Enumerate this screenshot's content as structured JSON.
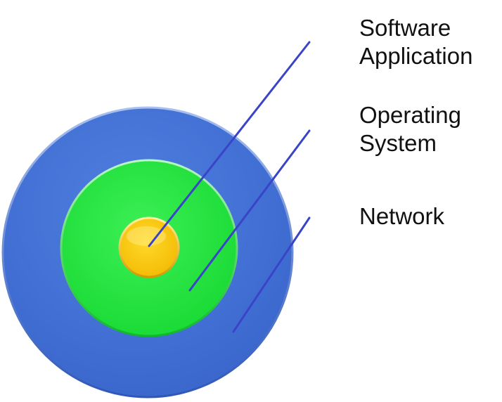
{
  "layers": [
    {
      "id": "software-application",
      "label_lines": [
        "Software",
        "Application"
      ],
      "color": "#f5c400"
    },
    {
      "id": "operating-system",
      "label_lines": [
        "Operating",
        "System"
      ],
      "color": "#1ee23a"
    },
    {
      "id": "network",
      "label_lines": [
        "Network"
      ],
      "color": "#4a74d6"
    }
  ],
  "colors": {
    "leader_line": "#3a44c8",
    "label_text": "#111111",
    "background": "#ffffff"
  }
}
